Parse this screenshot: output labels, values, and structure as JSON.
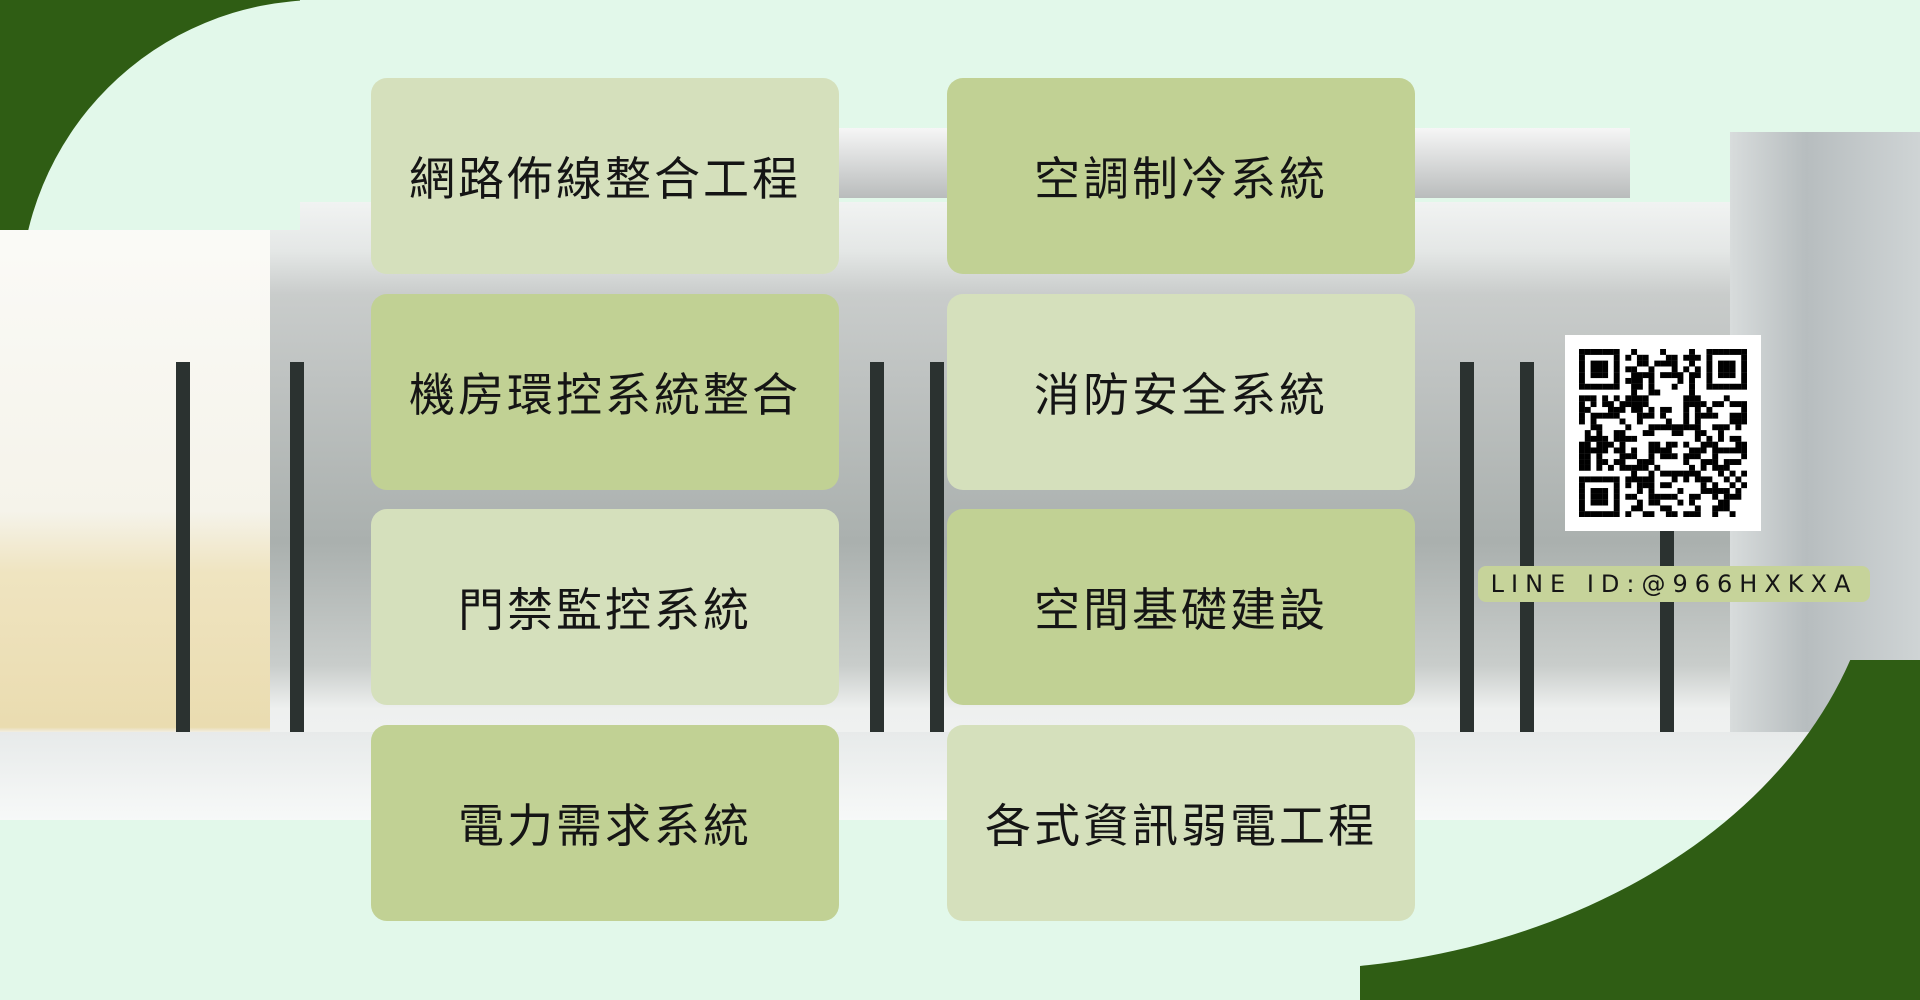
{
  "services": [
    "網路佈線整合工程",
    "空調制冷系統",
    "機房環控系統整合",
    "消防安全系統",
    "門禁監控系統",
    "空間基礎建設",
    "電力需求系統",
    "各式資訊弱電工程"
  ],
  "contact": {
    "line_id": "LINE ID:@966HXKXA"
  },
  "colors": {
    "dark_green": "#2f5d14",
    "card_light": "#d5e0bc",
    "card_dark": "#c1d194",
    "background": "#e2f8ea"
  }
}
